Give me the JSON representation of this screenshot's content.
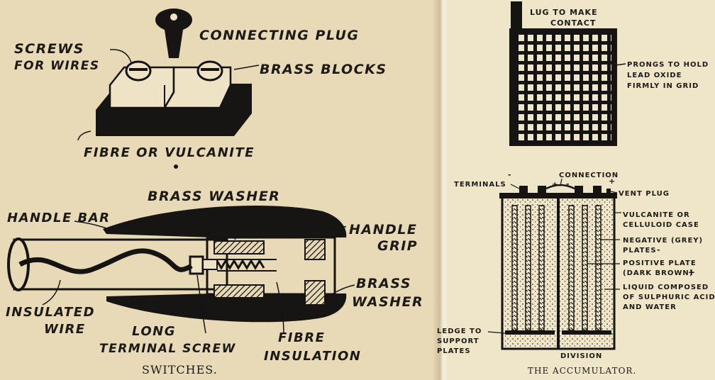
{
  "switches": {
    "caption": "SWITCHES.",
    "plug_switch": {
      "connecting_plug": "CONNECTING PLUG",
      "screws_line1": "SCREWS",
      "screws_line2": "FOR WIRES",
      "brass_blocks": "BRASS BLOCKS",
      "base": "FIBRE OR VULCANITE"
    },
    "handle_switch": {
      "brass_washer_top": "BRASS WASHER",
      "handle_bar": "HANDLE BAR",
      "handle_grip_line1": "HANDLE",
      "handle_grip_line2": "GRIP",
      "brass_washer_right_line1": "BRASS",
      "brass_washer_right_line2": "WASHER",
      "insulated_wire_line1": "INSULATED",
      "insulated_wire_line2": "WIRE",
      "long_terminal_line1": "LONG",
      "long_terminal_line2": "TERMINAL SCREW",
      "fibre_insulation_line1": "FIBRE",
      "fibre_insulation_line2": "INSULATION"
    }
  },
  "accumulator": {
    "caption": "THE ACCUMULATOR.",
    "grid": {
      "lug_line1": "LUG TO MAKE",
      "lug_line2": "CONTACT",
      "prongs_line1": "PRONGS TO HOLD",
      "prongs_line2": "LEAD OXIDE",
      "prongs_line3": "FIRMLY IN GRID"
    },
    "cell": {
      "terminals": "TERMINALS",
      "connection": "CONNECTION",
      "vent_plug": "VENT PLUG",
      "case_line1": "VULCANITE OR",
      "case_line2": "CELLULOID CASE",
      "negative_line1": "NEGATIVE (GREY)",
      "negative_line2": "PLATES",
      "positive_line1": "POSITIVE PLATE",
      "positive_line2": "(DARK BROWN)",
      "liquid_line1": "LIQUID COMPOSED",
      "liquid_line2": "OF SULPHURIC ACID",
      "liquid_line3": "AND WATER",
      "ledge_line1": "LEDGE TO",
      "ledge_line2": "SUPPORT",
      "ledge_line3": "PLATES",
      "division": "DIVISION",
      "minus": "-",
      "plus": "+"
    }
  }
}
